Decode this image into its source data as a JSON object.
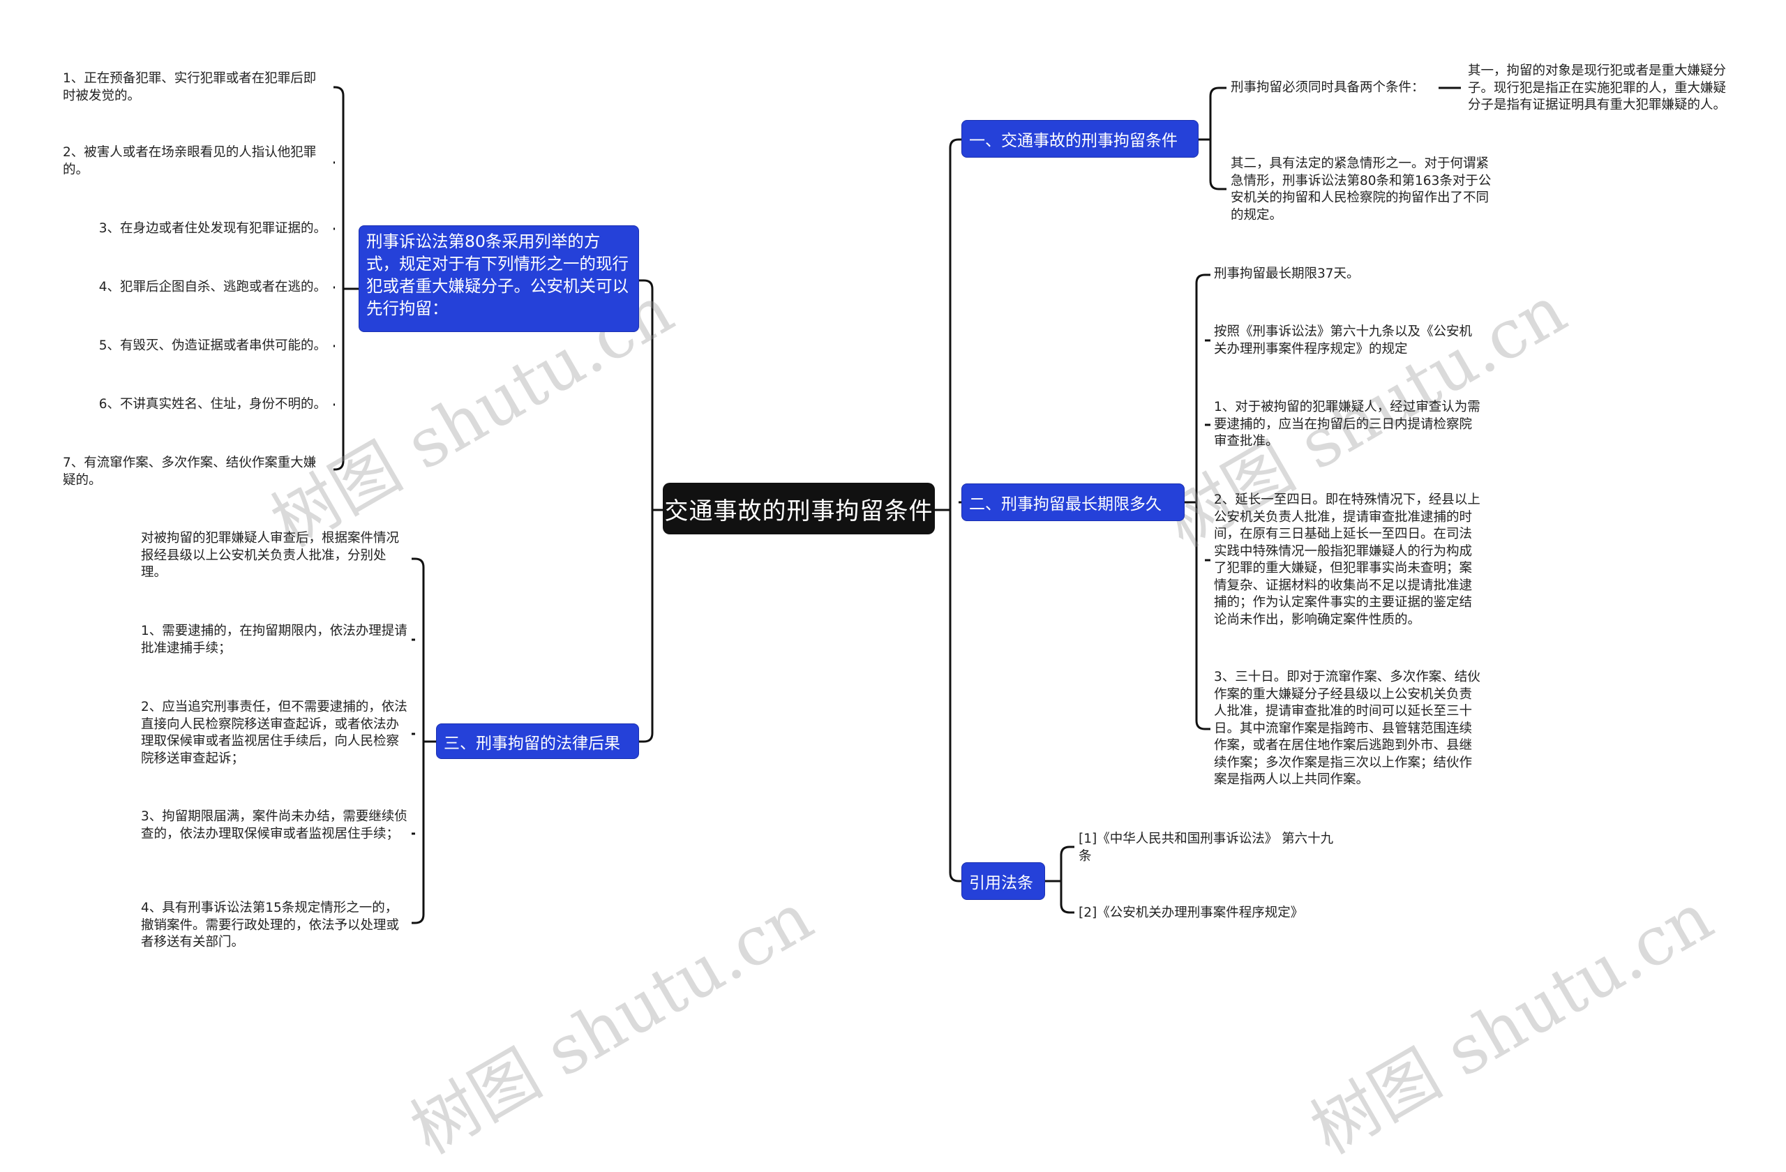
{
  "central": {
    "label": "交通事故的刑事拘留条件"
  },
  "colors": {
    "node_blue": "#2541d9",
    "central": "#111111",
    "line": "#111111"
  },
  "left": {
    "article80": {
      "label": "刑事诉讼法第80条采用列举的方式，规定对于有下列情形之一的现行犯或者重大嫌疑分子。公安机关可以先行拘留：",
      "items": [
        "1、正在预备犯罪、实行犯罪或者在犯罪后即时被发觉的。",
        "2、被害人或者在场亲眼看见的人指认他犯罪的。",
        "3、在身边或者住处发现有犯罪证据的。",
        "4、犯罪后企图自杀、逃跑或者在逃的。",
        "5、有毁灭、伪造证据或者串供可能的。",
        "6、不讲真实姓名、住址，身份不明的。",
        "7、有流窜作案、多次作案、结伙作案重大嫌疑的。"
      ]
    },
    "consequences": {
      "label": "三、刑事拘留的法律后果",
      "items": [
        "对被拘留的犯罪嫌疑人审查后，根据案件情况报经县级以上公安机关负责人批准，分别处理。",
        "1、需要逮捕的，在拘留期限内，依法办理提请批准逮捕手续；",
        "2、应当追究刑事责任，但不需要逮捕的，依法直接向人民检察院移送审查起诉，或者依法办理取保候审或者监视居住手续后，向人民检察院移送审查起诉；",
        "3、拘留期限届满，案件尚未办结，需要继续侦查的，依法办理取保候审或者监视居住手续；",
        "4、具有刑事诉讼法第15条规定情形之一的，撤销案件。需要行政处理的，依法予以处理或者移送有关部门。"
      ]
    }
  },
  "right": {
    "conditions": {
      "label": "一、交通事故的刑事拘留条件",
      "items": [
        "刑事拘留必须同时具备两个条件：",
        "其二，具有法定的紧急情形之一。对于何谓紧急情形，刑事诉讼法第80条和第163条对于公安机关的拘留和人民检察院的拘留作出了不同的规定。"
      ],
      "sub_item": "其一，拘留的对象是现行犯或者是重大嫌疑分子。现行犯是指正在实施犯罪的人，重大嫌疑分子是指有证据证明具有重大犯罪嫌疑的人。"
    },
    "duration": {
      "label": "二、刑事拘留最长期限多久",
      "items": [
        "刑事拘留最长期限37天。",
        "按照《刑事诉讼法》第六十九条以及《公安机关办理刑事案件程序规定》的规定",
        "1、对于被拘留的犯罪嫌疑人，经过审查认为需要逮捕的，应当在拘留后的三日内提请检察院审查批准。",
        "2、延长一至四日。即在特殊情况下，经县以上公安机关负责人批准，提请审查批准逮捕的时间，在原有三日基础上延长一至四日。在司法实践中特殊情况一般指犯罪嫌疑人的行为构成了犯罪的重大嫌疑，但犯罪事实尚未查明；案情复杂、证据材料的收集尚不足以提请批准逮捕的；作为认定案件事实的主要证据的鉴定结论尚未作出，影响确定案件性质的。",
        "3、三十日。即对于流窜作案、多次作案、结伙作案的重大嫌疑分子经县级以上公安机关负责人批准，提请审查批准的时间可以延长至三十日。其中流窜作案是指跨市、县管辖范围连续作案，或者在居住地作案后逃跑到外市、县继续作案；多次作案是指三次以上作案；结伙作案是指两人以上共同作案。"
      ]
    },
    "citations": {
      "label": "引用法条",
      "items": [
        "[1]《中华人民共和国刑事诉讼法》 第六十九条",
        "[2]《公安机关办理刑事案件程序规定》"
      ]
    }
  },
  "watermark": "树图 shutu.cn"
}
